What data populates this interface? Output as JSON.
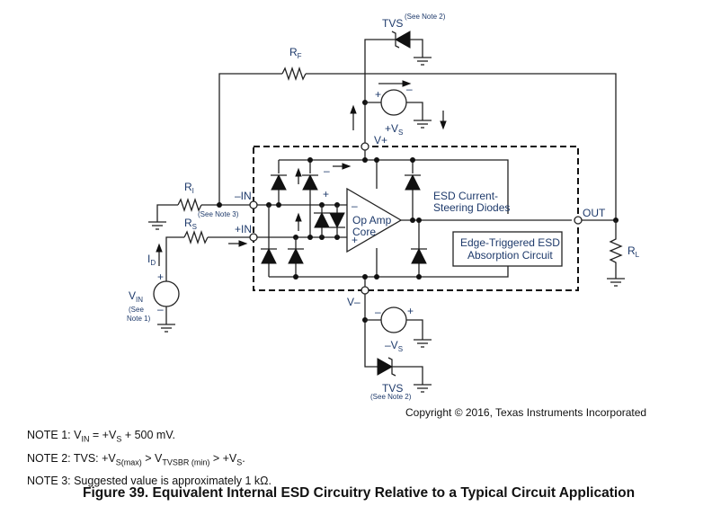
{
  "diagram": {
    "labels": {
      "tvs_top": "TVS",
      "tvs_top_note": "(See Note 2)",
      "rf": "R",
      "rf_sub": "F",
      "plus_vs": "+V",
      "plus_vs_sub": "S",
      "v_plus": "V+",
      "ri": "R",
      "ri_sub": "I",
      "ri_note": "(See Note 3)",
      "rs": "R",
      "rs_sub": "S",
      "minus_in": "–IN",
      "plus_in": "+IN",
      "id": "I",
      "id_sub": "D",
      "vin": "V",
      "vin_sub": "IN",
      "vin_note_1": "(See",
      "vin_note_2": "Note 1)",
      "opamp_line1": "Op Amp",
      "opamp_line2": "Core",
      "opamp_minus": "–",
      "opamp_plus": "+",
      "esd_steering_1": "ESD Current-",
      "esd_steering_2": "Steering Diodes",
      "edge_triggered_1": "Edge-Triggered ESD",
      "edge_triggered_2": "Absorption Circuit",
      "out": "OUT",
      "rl": "R",
      "rl_sub": "L",
      "v_minus": "V–",
      "minus_vs": "–V",
      "minus_vs_sub": "S",
      "tvs_bottom": "TVS",
      "tvs_bottom_note": "(See Note 2)",
      "plus_sign": "+",
      "minus_sign": "–"
    }
  },
  "copyright": "Copyright © 2016, Texas Instruments Incorporated",
  "notes": [
    {
      "prefix": "NOTE 1:  V",
      "sub1": "IN",
      "mid1": " = +V",
      "sub2": "S",
      "mid2": " + 500 mV.",
      "sub3": "",
      "tail": ""
    },
    {
      "prefix": "NOTE 2:  TVS: +V",
      "sub1": "S(max)",
      "mid1": " > V",
      "sub2": "TVSBR (min)",
      "mid2": " > +V",
      "sub3": "S",
      "tail": "."
    },
    {
      "prefix": "NOTE 3:  Suggested value is approximately 1 kΩ.",
      "sub1": "",
      "mid1": "",
      "sub2": "",
      "mid2": "",
      "sub3": "",
      "tail": ""
    }
  ],
  "caption": "Figure 39.  Equivalent Internal ESD Circuitry Relative to a Typical Circuit Application"
}
